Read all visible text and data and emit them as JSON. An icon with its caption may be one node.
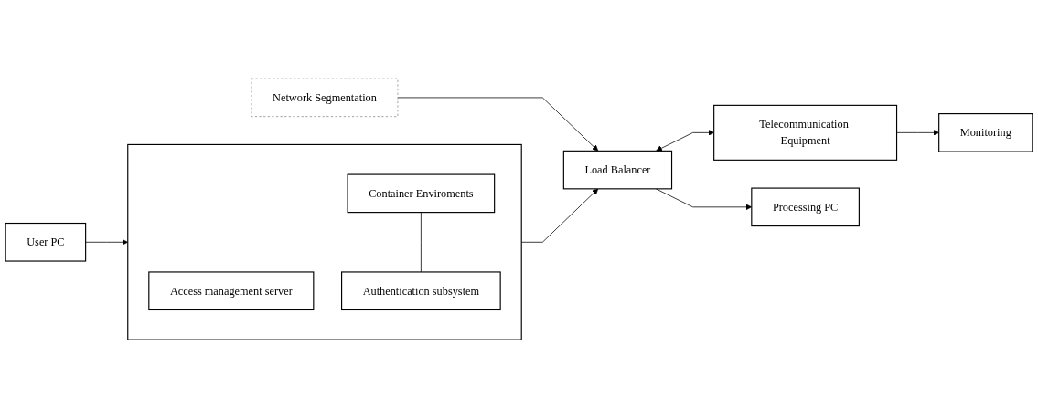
{
  "diagram": {
    "nodes": [
      {
        "text": [
          "User PC"
        ]
      },
      {
        "text": [],
        "shape": "box"
      },
      {
        "text": [
          "Access management server"
        ],
        "in": 1
      },
      {
        "text": [
          "Container Enviroments"
        ],
        "in": 1
      },
      {
        "text": [
          "Authentication subsystem"
        ],
        "in": 1
      },
      {
        "text": [
          "Network Segmentation"
        ]
      },
      {
        "text": [
          "Load Balancer"
        ]
      },
      {
        "text": [
          "Telecommunication Equipment"
        ]
      },
      {
        "text": [
          "Processing PC"
        ]
      },
      {
        "text": [
          "Monitoring"
        ]
      }
    ],
    "edges": [
      {
        "from": 0,
        "to": 1,
        "arrow": "to"
      },
      {
        "from": 3,
        "to": 4,
        "arrow": "none"
      },
      {
        "from": 1,
        "to": 6,
        "arrow": "to"
      },
      {
        "from": 5,
        "to": 6,
        "arrow": "to"
      },
      {
        "from": 6,
        "to": 7,
        "arrow": "both"
      },
      {
        "from": 6,
        "to": 8,
        "arrow": "to"
      },
      {
        "from": 7,
        "to": 9,
        "arrow": "to"
      }
    ]
  }
}
